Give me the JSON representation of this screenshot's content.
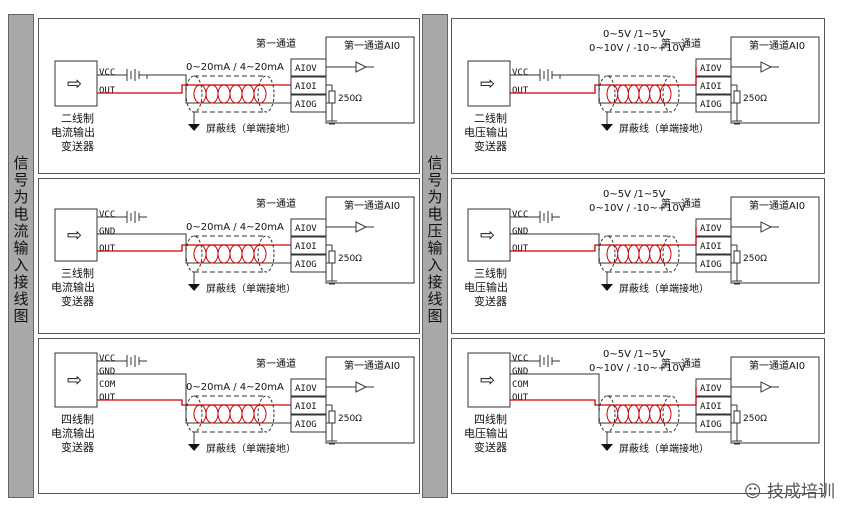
{
  "left_side_label": "信号为电流输入接线图",
  "right_side_label": "信号为电压输入接线图",
  "channel_label": "第一通道",
  "module_title": "第一通道AI0",
  "terminals": [
    "AIOV",
    "AIOI",
    "AIOG"
  ],
  "resistor": "250Ω",
  "shield": "屏蔽线（单端接地）",
  "current_range": "0~20mA / 4~20mA",
  "voltage_range_1": "0~5V /1~5V",
  "voltage_range_2": "0~10V / -10~+10V",
  "pins": {
    "vcc": "VCC",
    "gnd": "GND",
    "com": "COM",
    "out": "OUT"
  },
  "current_panels": [
    {
      "caption": [
        "二线制",
        "电流输出",
        "变送器"
      ]
    },
    {
      "caption": [
        "三线制",
        "电流输出",
        "变送器"
      ]
    },
    {
      "caption": [
        "四线制",
        "电流输出",
        "变送器"
      ]
    }
  ],
  "voltage_panels": [
    {
      "caption": [
        "二线制",
        "电压输出",
        "变送器"
      ]
    },
    {
      "caption": [
        "三线制",
        "电压输出",
        "变送器"
      ]
    },
    {
      "caption": [
        "四线制",
        "电压输出",
        "变送器"
      ]
    }
  ],
  "watermark": "技成培训"
}
